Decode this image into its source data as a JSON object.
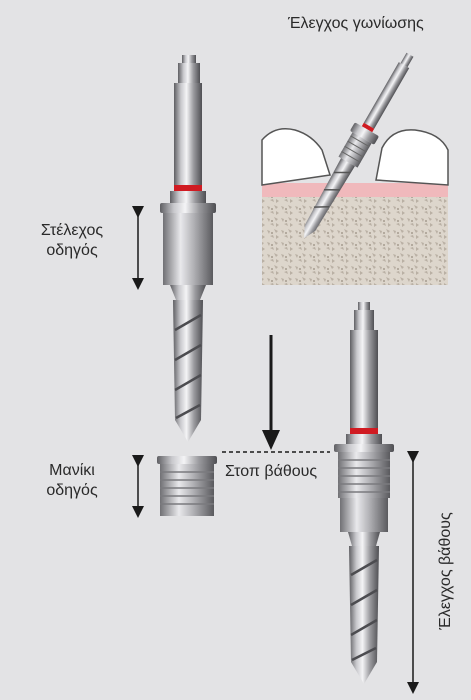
{
  "labels": {
    "angle_check": "Έλεγχος γωνίωσης",
    "guide_shank_line1": "Στέλεχος",
    "guide_shank_line2": "οδηγός",
    "guide_sleeve_line1": "Μανίκι",
    "guide_sleeve_line2": "οδηγός",
    "depth_stop": "Στοπ βάθους",
    "depth_check": "Έλεγχος βάθους"
  },
  "colors": {
    "background": "#e3e3e5",
    "gingiva": "#f0b9bc",
    "bone": "#ddd6cc",
    "tooth": "#ffffff",
    "marker_ring": "#d01b22",
    "steel_dark": "#6e6e72",
    "steel_light": "#f2f2f4",
    "text": "#2a2a2a"
  }
}
